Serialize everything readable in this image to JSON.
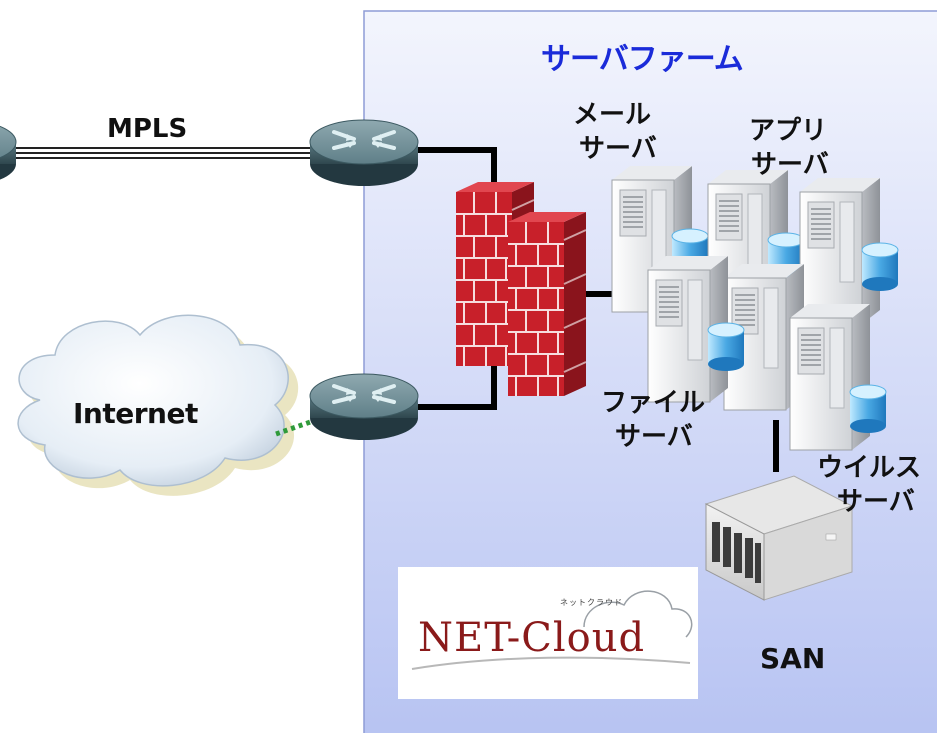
{
  "diagram": {
    "server_farm_title": "サーバファーム",
    "links": {
      "mpls": "MPLS"
    },
    "clouds": {
      "internet": "Internet"
    },
    "servers": {
      "mail": [
        "メール",
        "サーバ"
      ],
      "app": [
        "アプリ",
        "サーバ"
      ],
      "file": [
        "ファイル",
        "サーバ"
      ],
      "virus": [
        "ウイルス",
        "サーバ"
      ]
    },
    "storage": {
      "san": "SAN"
    },
    "logo": {
      "text": "NET-Cloud",
      "kana": "ネットクラウド"
    }
  },
  "colors": {
    "farm_bg_top": "#f1f3fd",
    "farm_bg_bottom": "#b9c4f3",
    "farm_border": "#8e9cd6",
    "title_blue": "#1a2bd9",
    "firewall_red": "#c8202a",
    "link_black": "#000000",
    "internet_link_green": "#2f9a3a",
    "router": "#5e7d86",
    "logo_red": "#8a1a1a"
  }
}
